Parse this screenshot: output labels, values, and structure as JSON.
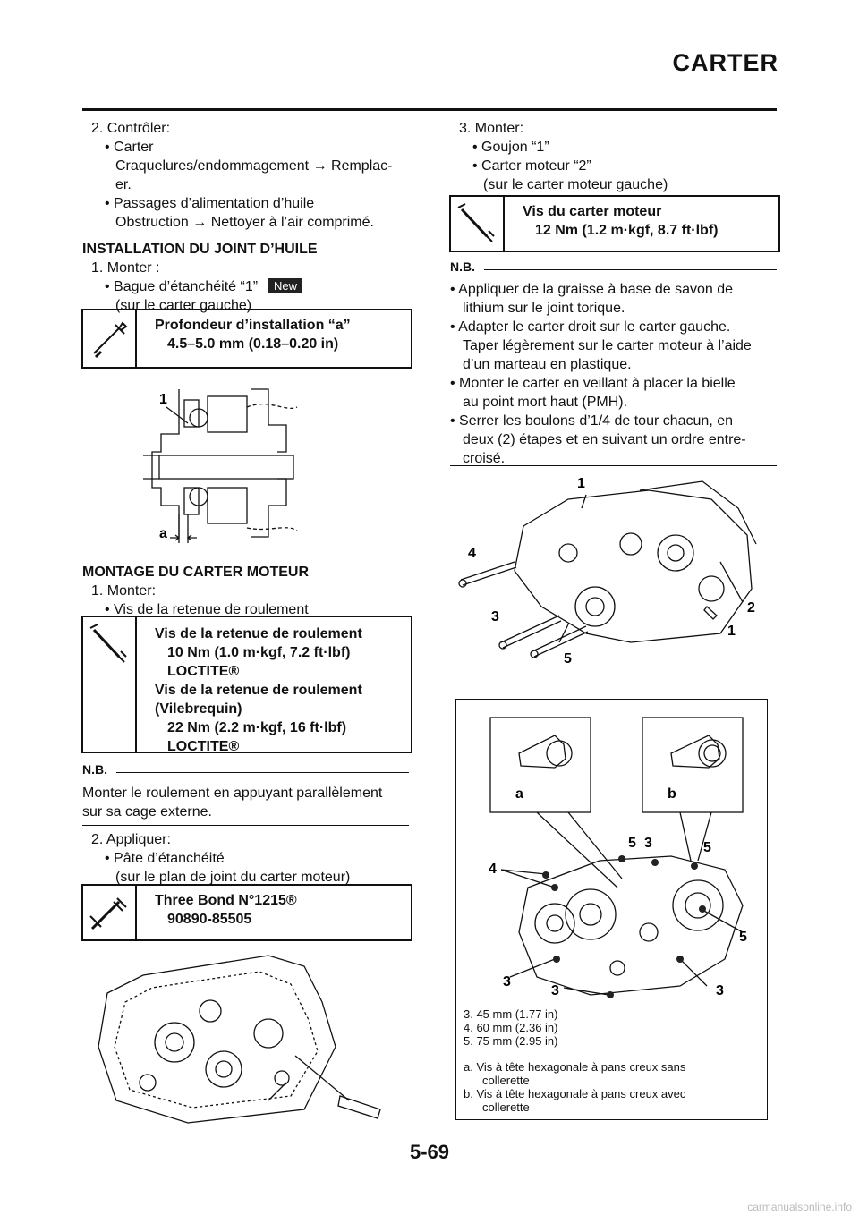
{
  "header": {
    "title": "CARTER"
  },
  "left": {
    "check": {
      "step": "2.  Contrôler:",
      "b1": "• Carter",
      "b1_detail": "Craquelures/endommagement → Remplac-",
      "b1_detail2": "er.",
      "b2": "• Passages d’alimentation d’huile",
      "b2_detail": "Obstruction → Nettoyer à l’air comprimé."
    },
    "seal": {
      "heading": "INSTALLATION DU JOINT D’HUILE",
      "step": "1.  Monter :",
      "bullet": "• Bague d’étanchéité “1”",
      "badge": "New",
      "note": "(sur le carter gauche)",
      "spec_title": "Profondeur d’installation “a”",
      "spec_value": "4.5–5.0 mm (0.18–0.20 in)",
      "fig_labels": [
        "1",
        "a"
      ]
    },
    "crankcase": {
      "heading": "MONTAGE DU CARTER MOTEUR",
      "step": "1.  Monter:",
      "bullet": "• Vis de la retenue de roulement",
      "spec": [
        {
          "text": "Vis de la retenue de roulement",
          "indent": false
        },
        {
          "text": "10 Nm (1.0 m·kgf, 7.2 ft·lbf)",
          "indent": true
        },
        {
          "text": "LOCTITE®",
          "indent": true
        },
        {
          "text": "Vis de la retenue de roulement",
          "indent": false
        },
        {
          "text": "(Vilebrequin)",
          "indent": false
        },
        {
          "text": "22 Nm (2.2 m·kgf, 16 ft·lbf)",
          "indent": true
        },
        {
          "text": "LOCTITE®",
          "indent": true
        }
      ],
      "nb_label": "N.B.",
      "nb_text1": "Monter le roulement en appuyant parallèlement",
      "nb_text2": "sur sa cage externe."
    },
    "apply": {
      "step": "2.  Appliquer:",
      "bullet": "• Pâte d’étanchéité",
      "note": "(sur le plan de joint du carter moteur)",
      "spec_title": "Three Bond N°1215®",
      "spec_value": "90890-85505"
    }
  },
  "right": {
    "mount": {
      "step": "3.  Monter:",
      "b1": "• Goujon “1”",
      "b2": "• Carter moteur “2”",
      "b2_note": "(sur le carter moteur gauche)",
      "spec_title": "Vis du carter moteur",
      "spec_value": "12 Nm (1.2 m·kgf, 8.7 ft·lbf)",
      "nb_label": "N.B.",
      "nb_lines": [
        {
          "text": "• Appliquer de la graisse à base de savon de",
          "indent": false
        },
        {
          "text": "lithium sur le joint torique.",
          "indent": true
        },
        {
          "text": "• Adapter le carter droit sur le carter gauche.",
          "indent": false
        },
        {
          "text": "Taper légèrement sur le carter moteur à l’aide",
          "indent": true
        },
        {
          "text": "d’un marteau en plastique.",
          "indent": true
        },
        {
          "text": "• Monter le carter en veillant à placer la bielle",
          "indent": false
        },
        {
          "text": "au point mort haut (PMH).",
          "indent": true
        },
        {
          "text": "• Serrer les boulons d’1/4 de tour chacun, en",
          "indent": false
        },
        {
          "text": "deux (2) étapes et en suivant un ordre entre-",
          "indent": true
        },
        {
          "text": "croisé.",
          "indent": true
        }
      ]
    },
    "fig1_labels": [
      "1",
      "4",
      "3",
      "5",
      "2",
      "1"
    ],
    "fig2_labels": [
      "a",
      "b",
      "5",
      "3",
      "5",
      "4",
      "5",
      "3",
      "3",
      "3"
    ],
    "legend": [
      "3.  45 mm (1.77 in)",
      "4.  60 mm (2.36 in)",
      "5.  75 mm (2.95 in)"
    ],
    "legend2": [
      {
        "text": "a.  Vis à tête hexagonale à pans creux sans",
        "indent": false
      },
      {
        "text": "collerette",
        "indent": true
      },
      {
        "text": "b.  Vis à tête hexagonale à pans creux avec",
        "indent": false
      },
      {
        "text": "collerette",
        "indent": true
      }
    ]
  },
  "footer": {
    "page_number": "5-69",
    "watermark": "carmanualsonline.info"
  }
}
